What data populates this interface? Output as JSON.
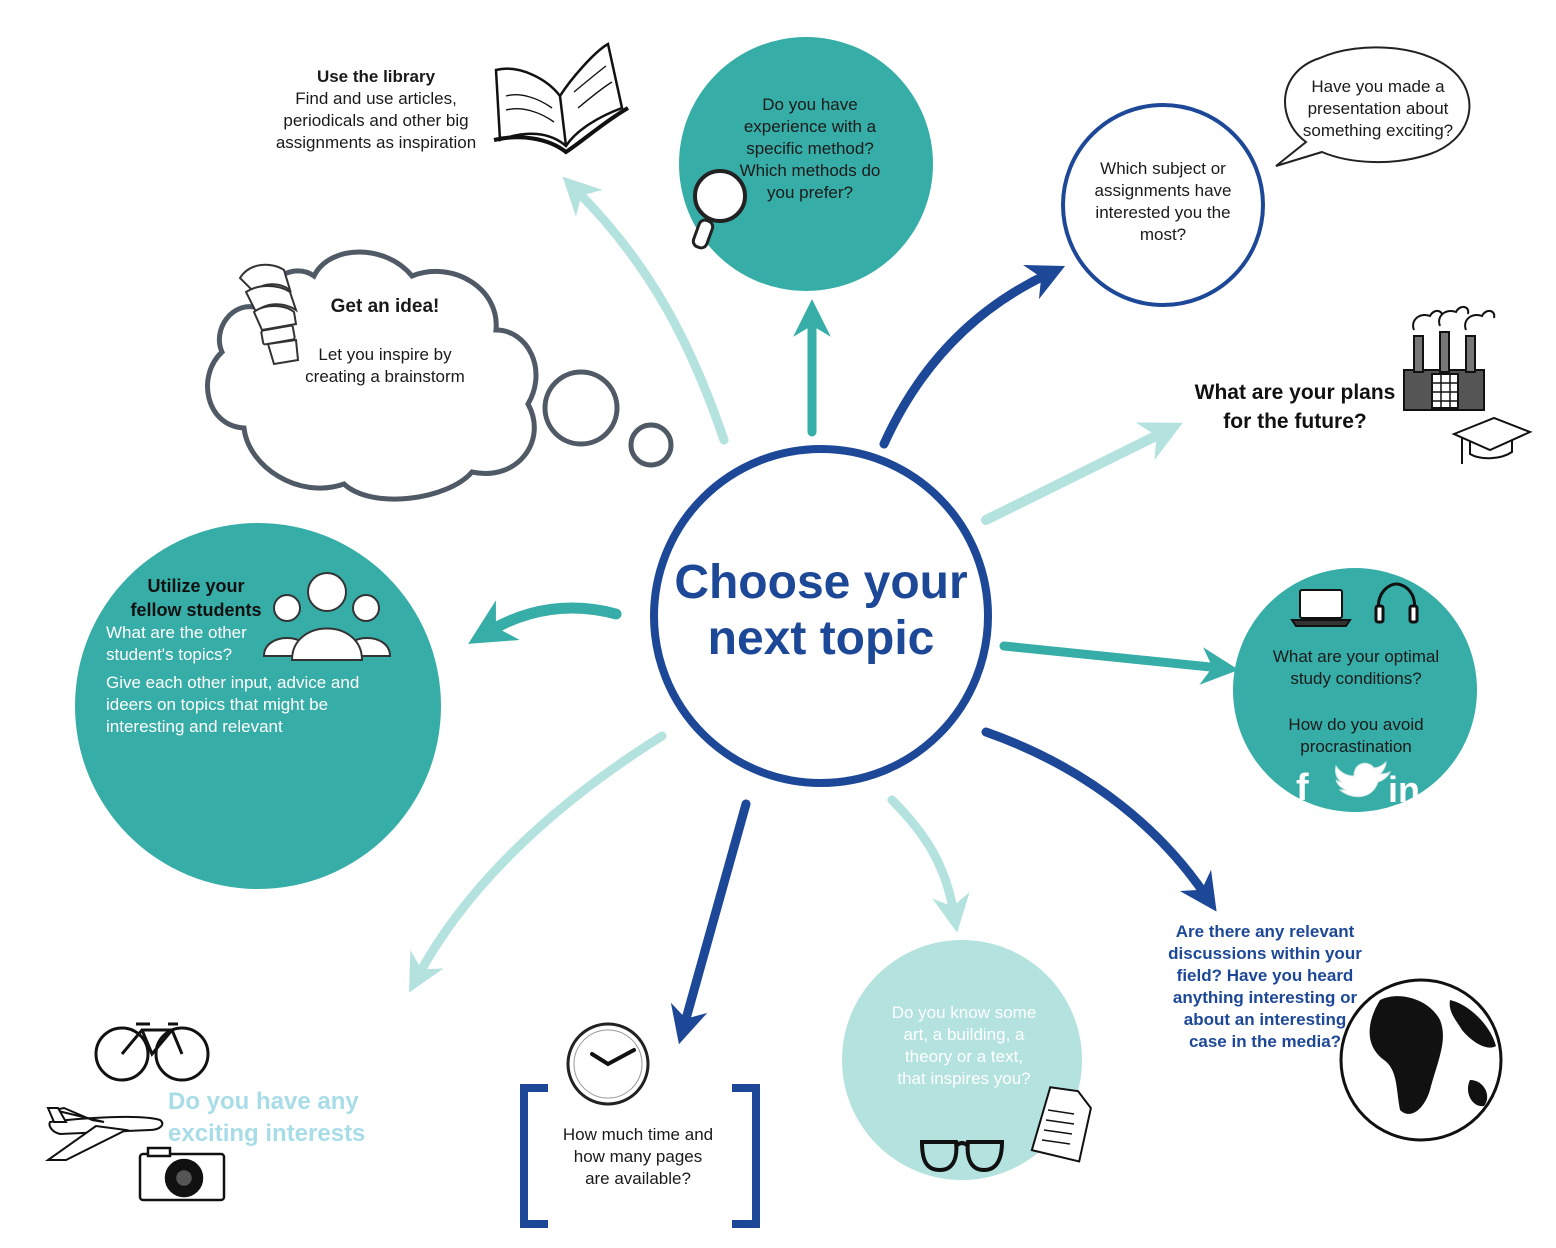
{
  "colors": {
    "navy": "#1d4897",
    "teal": "#36ada7",
    "light_teal": "#b3e2df",
    "cloud_stroke": "#505a66",
    "ink": "#1a1a1a"
  },
  "center": {
    "line1": "Choose your",
    "line2": "next topic"
  },
  "library": {
    "title": "Use the library",
    "line1": "Find and use articles,",
    "line2": "periodicals and other big",
    "line3": "assignments as inspiration",
    "icon": "open-book-icon"
  },
  "method": {
    "line1": "Do you have",
    "line2": "experience with a",
    "line3": "specific method?",
    "line4": "Which methods do",
    "line5": "you prefer?",
    "icon": "magnifier-icon"
  },
  "subject": {
    "line1": "Which subject or",
    "line2": "assignments have",
    "line3": "interested you the",
    "line4": "most?"
  },
  "presentation": {
    "line1": "Have you made a",
    "line2": "presentation about",
    "line3": "something exciting?"
  },
  "future": {
    "line1": "What are your plans",
    "line2": "for the future?",
    "icons": [
      "factory-icon",
      "graduation-cap-icon"
    ]
  },
  "conditions": {
    "line1": "What are your optimal",
    "line2": "study conditions?",
    "line3": "How do you avoid",
    "line4": "procrastination",
    "icons": [
      "laptop-icon",
      "headphones-icon",
      "facebook-icon",
      "twitter-icon",
      "linkedin-icon"
    ],
    "social": {
      "facebook": "f",
      "linkedin": "in"
    }
  },
  "media": {
    "line1": "Are there any relevant",
    "line2": "discussions within your",
    "line3": "field? Have you heard",
    "line4": "anything interesting or",
    "line5": "about an interesting",
    "line6": "case in the media?",
    "icon": "globe-icon"
  },
  "art": {
    "line1": "Do you know some",
    "line2": "art, a building, a",
    "line3": "theory or a text,",
    "line4": "that inspires you?",
    "icons": [
      "document-icon",
      "glasses-icon"
    ]
  },
  "time": {
    "line1": "How much time and",
    "line2": "how many pages",
    "line3": "are available?",
    "icon": "clock-icon"
  },
  "interests": {
    "line1": "Do you have any",
    "line2": "exciting interests",
    "icons": [
      "bicycle-icon",
      "airplane-icon",
      "camera-icon"
    ]
  },
  "fellow": {
    "title1": "Utilize your",
    "title2": "fellow students",
    "line1": "What are the other",
    "line2": "student's topics?",
    "line3": "Give each other input, advice and",
    "line4": "ideers on topics that might be",
    "line5": "interesting and relevant",
    "icon": "people-icon"
  },
  "idea": {
    "title": "Get an idea!",
    "line1": "Let you inspire by",
    "line2": "creating  a brainstorm",
    "icon": "lightbulb-icon"
  }
}
